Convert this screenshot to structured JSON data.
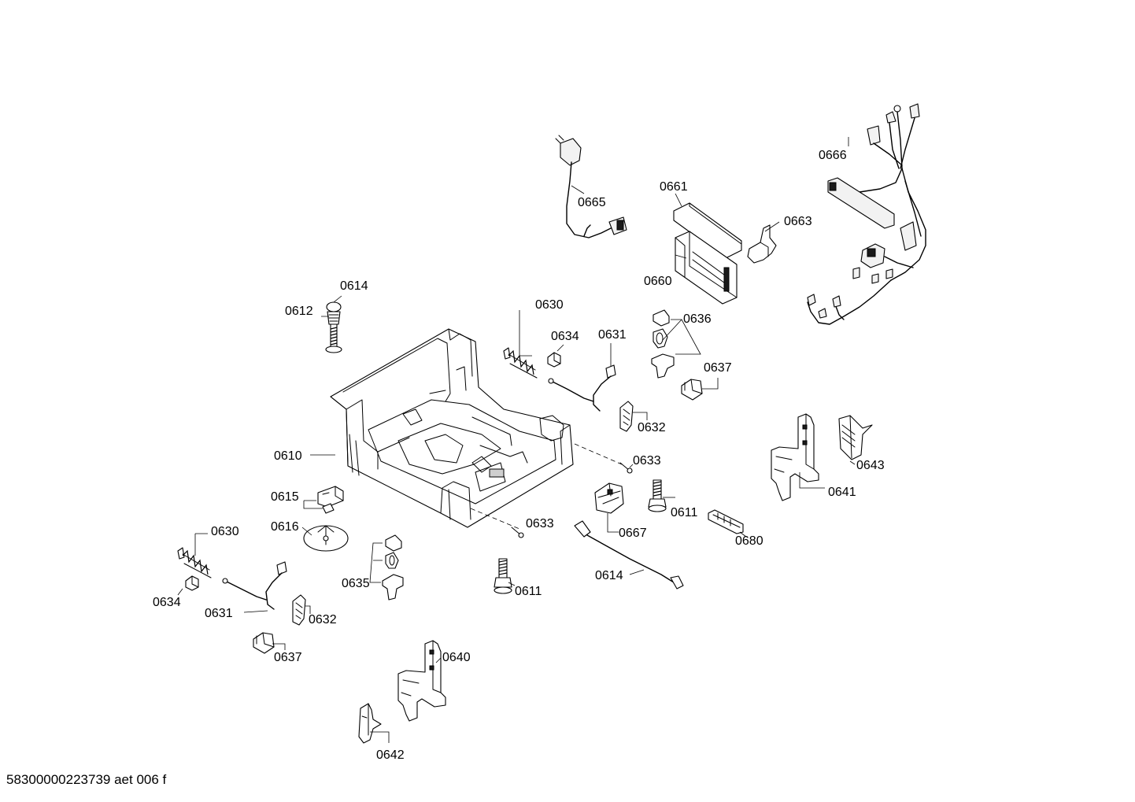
{
  "document_id": "58300000223739 aet 006 f",
  "labels": {
    "l0665": "0665",
    "l0661": "0661",
    "l0663": "0663",
    "l0660": "0660",
    "l0666": "0666",
    "l0614a": "0614",
    "l0612": "0612",
    "l0630a": "0630",
    "l0634a": "0634",
    "l0631a": "0631",
    "l0636": "0636",
    "l0637a": "0637",
    "l0632a": "0632",
    "l0610": "0610",
    "l0633a": "0633",
    "l0643": "0643",
    "l0641": "0641",
    "l0615": "0615",
    "l0611a": "0611",
    "l0616": "0616",
    "l0633b": "0633",
    "l0667": "0667",
    "l0680": "0680",
    "l0630b": "0630",
    "l0635": "0635",
    "l0614b": "0614",
    "l0611b": "0611",
    "l0634b": "0634",
    "l0631b": "0631",
    "l0632b": "0632",
    "l0637b": "0637",
    "l0640": "0640",
    "l0642": "0642"
  }
}
